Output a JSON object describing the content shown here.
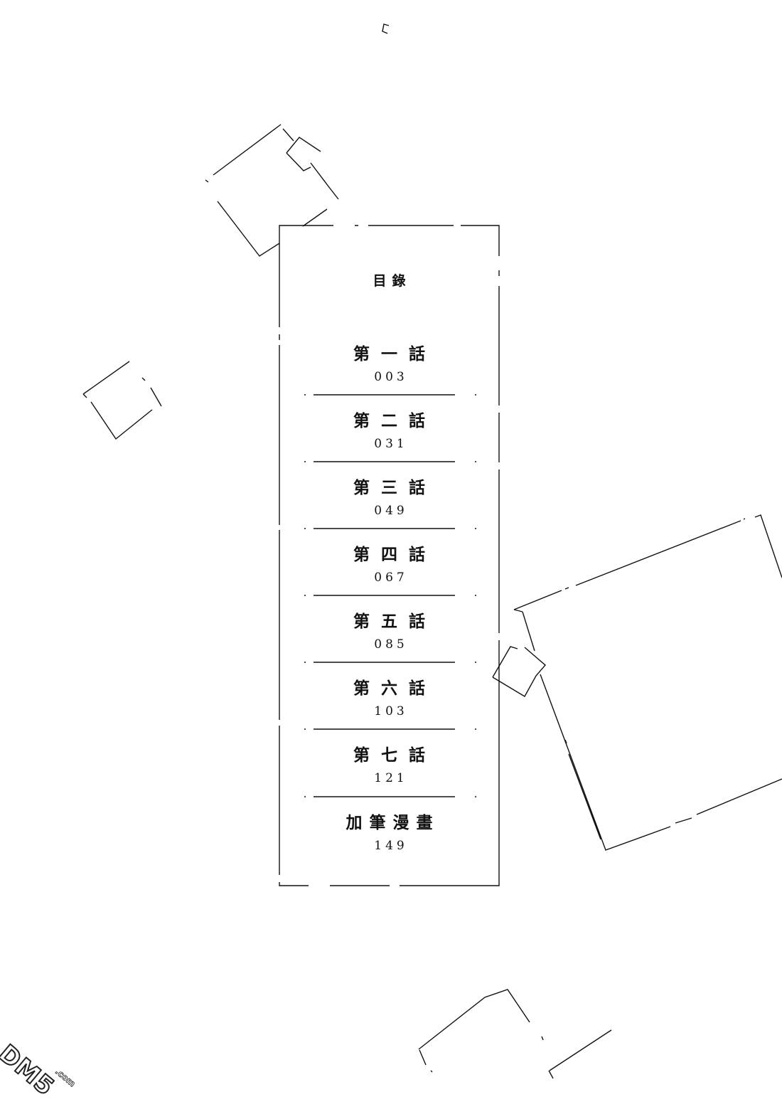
{
  "toc": {
    "heading": "目錄",
    "entries": [
      {
        "title": "第一話",
        "page": "003"
      },
      {
        "title": "第二話",
        "page": "031"
      },
      {
        "title": "第三話",
        "page": "049"
      },
      {
        "title": "第四話",
        "page": "067"
      },
      {
        "title": "第五話",
        "page": "085"
      },
      {
        "title": "第六話",
        "page": "103"
      },
      {
        "title": "第七話",
        "page": "121"
      },
      {
        "title": "加筆漫畫",
        "page": "149"
      }
    ]
  },
  "watermark": {
    "text": "DM5",
    "sub": ".com"
  }
}
